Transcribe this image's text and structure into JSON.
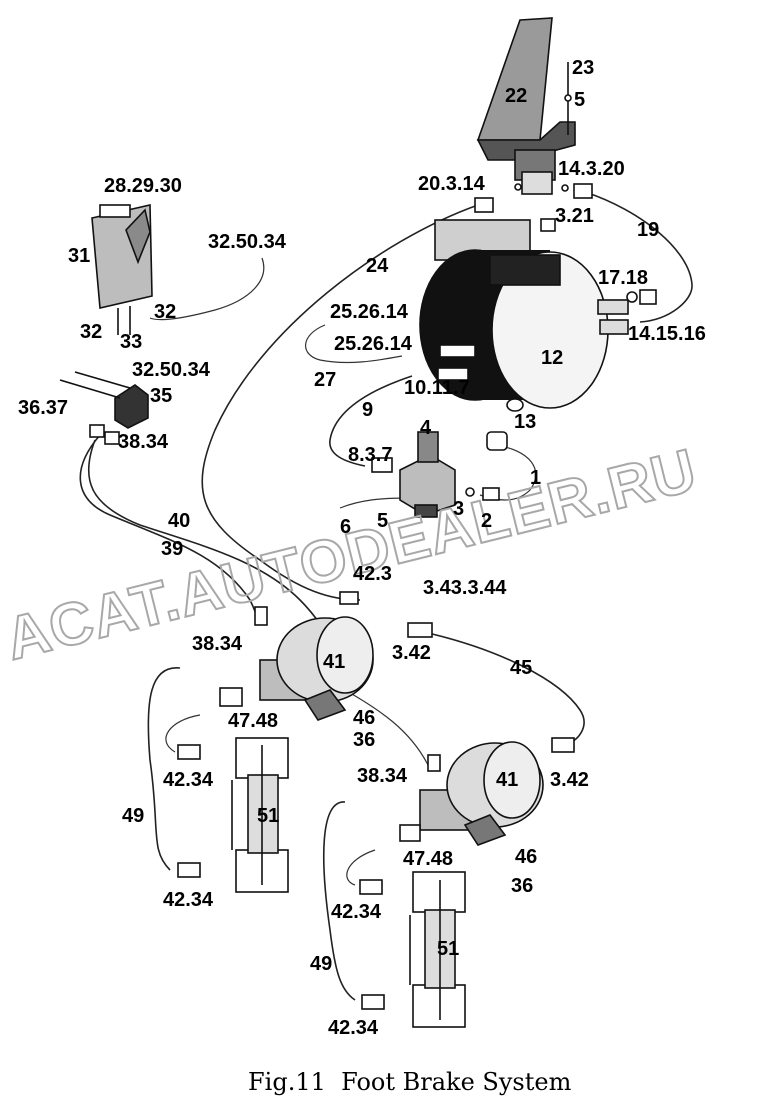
{
  "figure": {
    "caption": "Fig.11  Foot Brake System",
    "watermark": "ACAT.AUTODEALER.RU",
    "colors": {
      "ink": "#000000",
      "paper": "#ffffff",
      "watermark": "#a8a8a8"
    }
  },
  "labels": {
    "l23": "23",
    "l22": "22",
    "l5a": "5",
    "l14320": "14.3.20",
    "l20314": "20.3.14",
    "l2829": "28.29.30",
    "l321": "3.21",
    "l19": "19",
    "l31": "31",
    "l325034a": "32.50.34",
    "l24": "24",
    "l1718": "17.18",
    "l252614a": "25.26.14",
    "l32a": "32",
    "l32b": "32",
    "l141516": "14.15.16",
    "l33": "33",
    "l252614b": "25.26.14",
    "l12": "12",
    "l325034b": "32.50.34",
    "l27": "27",
    "l10117": "10.11.7",
    "l3637": "36.37",
    "l35": "35",
    "l9": "9",
    "l13": "13",
    "l3834a": "38.34",
    "l4": "4",
    "l837": "8.3.7",
    "l1": "1",
    "l3": "3",
    "l6": "6",
    "l5b": "5",
    "l2": "2",
    "l40": "40",
    "l39": "39",
    "l423": "42.3",
    "l34344": "3.43.3.44",
    "l3834b": "38.34",
    "l41a": "41",
    "l342a": "3.42",
    "l45": "45",
    "l4748a": "47.48",
    "l46a": "46",
    "l36a": "36",
    "l3834c": "38.34",
    "l41b": "41",
    "l342b": "3.42",
    "l4234a": "42.34",
    "l49a": "49",
    "l51a": "51",
    "l4234b": "42.34",
    "l4748b": "47.48",
    "l46b": "46",
    "l36b": "36",
    "l4234c": "42.34",
    "l49b": "49",
    "l51b": "51",
    "l4234d": "42.34"
  }
}
